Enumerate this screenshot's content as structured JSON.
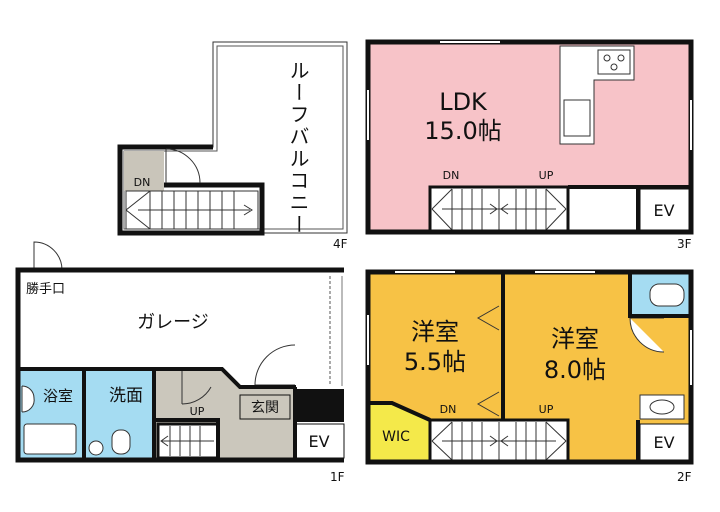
{
  "floors": {
    "f4": {
      "label": "4F",
      "roof_balcony": "ルーフバルコニー",
      "stair_dn": "DN"
    },
    "f3": {
      "label": "3F",
      "ldk_name": "LDK",
      "ldk_size": "15.0帖",
      "stair_dn": "DN",
      "stair_up": "UP",
      "ev": "EV"
    },
    "f2": {
      "label": "2F",
      "room_a_name": "洋室",
      "room_a_size": "5.5帖",
      "room_b_name": "洋室",
      "room_b_size": "8.0帖",
      "wic": "WIC",
      "stair_dn": "DN",
      "stair_up": "UP",
      "ev": "EV"
    },
    "f1": {
      "label": "1F",
      "back_door": "勝手口",
      "garage": "ガレージ",
      "bath": "浴室",
      "washroom": "洗面",
      "entrance": "玄関",
      "stair_up": "UP",
      "ev": "EV"
    }
  },
  "colors": {
    "ldk": "#f7c3c8",
    "western_room": "#f7c245",
    "wic": "#f4e94a",
    "wet_area": "#a5dcf2",
    "entrance": "#cbc7bc",
    "stair_hall": "#c9c5ba",
    "wall": "#111111"
  }
}
